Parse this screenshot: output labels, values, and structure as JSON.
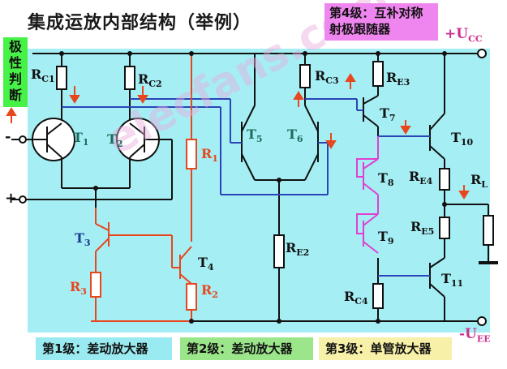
{
  "title": "集成运放内部结构（举例）",
  "stage4_label": "第4级：互补对称射极跟随器",
  "polarity_label": "极性判断",
  "stage1_label": "第1级：差动放大器",
  "stage2_label": "第2级：差动放大器",
  "stage3_label": "第3级：单管放大器",
  "watermark": "elecfans.com",
  "inputs": {
    "minus": "-",
    "plus": "+"
  },
  "supplies": {
    "vcc": "+U",
    "vcc_sub": "CC",
    "vee": "-U",
    "vee_sub": "EE"
  },
  "components": [
    {
      "id": "rc1",
      "name": "R",
      "sub": "C1"
    },
    {
      "id": "rc2",
      "name": "R",
      "sub": "C2"
    },
    {
      "id": "t1",
      "name": "T",
      "sub": "1"
    },
    {
      "id": "t2",
      "name": "T",
      "sub": "2"
    },
    {
      "id": "r1",
      "name": "R",
      "sub": "1"
    },
    {
      "id": "t3",
      "name": "T",
      "sub": "3"
    },
    {
      "id": "r3",
      "name": "R",
      "sub": "3"
    },
    {
      "id": "t4",
      "name": "T",
      "sub": "4"
    },
    {
      "id": "r2",
      "name": "R",
      "sub": "2"
    },
    {
      "id": "t5",
      "name": "T",
      "sub": "5"
    },
    {
      "id": "t6",
      "name": "T",
      "sub": "6"
    },
    {
      "id": "rc3",
      "name": "R",
      "sub": "C3"
    },
    {
      "id": "re2",
      "name": "R",
      "sub": "E2"
    },
    {
      "id": "re3",
      "name": "R",
      "sub": "E3"
    },
    {
      "id": "t7",
      "name": "T",
      "sub": "7"
    },
    {
      "id": "t8",
      "name": "T",
      "sub": "8"
    },
    {
      "id": "t9",
      "name": "T",
      "sub": "9"
    },
    {
      "id": "rc4",
      "name": "R",
      "sub": "C4"
    },
    {
      "id": "t10",
      "name": "T",
      "sub": "10"
    },
    {
      "id": "re4",
      "name": "R",
      "sub": "E4"
    },
    {
      "id": "re5",
      "name": "R",
      "sub": "E5"
    },
    {
      "id": "t11",
      "name": "T",
      "sub": "11"
    },
    {
      "id": "rl",
      "name": "R",
      "sub": "L"
    }
  ],
  "colors": {
    "panel": "#a5eef4",
    "wire": "#111111",
    "signal_path": "#2b45b8",
    "bias": "#e8461c",
    "diode_link": "#e040d0",
    "supply_text": "#cc2f8f",
    "stage4_bg": "#ef86ef",
    "polarity_bg": "#47f247",
    "stage1_bg": "#9aeaf1",
    "stage2_bg": "#9be58a",
    "stage3_bg": "#f7f0a8",
    "arrow": "#e8461c"
  },
  "icons": [
    "transistor-symbol",
    "resistor-symbol",
    "current-arrow-icon",
    "terminal-node-icon"
  ]
}
